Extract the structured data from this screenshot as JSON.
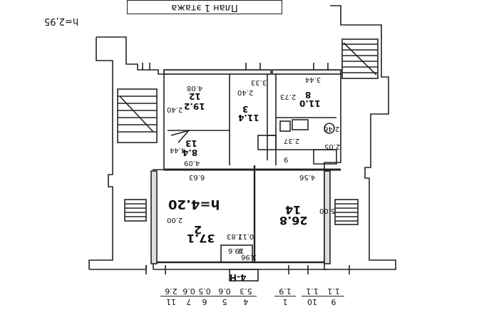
{
  "title": "План 1 этажа",
  "height_label": "h=2,95",
  "rooms": [
    {
      "id": "12",
      "area": "19.2",
      "len": "4.08"
    },
    {
      "id": "3",
      "area": "11.4",
      "len": "2.40"
    },
    {
      "id": "13",
      "area": "8.4",
      "len": "4.09"
    },
    {
      "id": "8",
      "area": "11.0"
    },
    {
      "id": "14",
      "area": "26.8"
    },
    {
      "id": "2",
      "area": "37.1"
    },
    {
      "id": "4",
      "area": "19.6"
    }
  ],
  "main_height": "h=4.20",
  "small_labels": {
    "s1": "6.63",
    "s2": "4.56",
    "s3": "1.83",
    "s4": "3.44",
    "s5": "3.33",
    "s6": "2.40",
    "s7": "2.46",
    "s8": "2.37",
    "s9": "9",
    "s10": "0.17",
    "s11": "5.00",
    "s12": "4-H",
    "s13": "3.96",
    "s14": "4.44",
    "s15": "2.73",
    "s16": "2.05",
    "s17": "2.00"
  },
  "totals": [
    {
      "top": "9",
      "bottom": "1.1"
    },
    {
      "top": "10",
      "bottom": "1.1"
    },
    {
      "top": "1",
      "bottom": "1.9"
    },
    {
      "top": "4",
      "bottom": "5.3"
    },
    {
      "top": "5",
      "bottom": "0.6"
    },
    {
      "top": "6",
      "bottom": "0.5"
    },
    {
      "top": "7",
      "bottom": "0.6"
    },
    {
      "top": "11",
      "bottom": "2.6"
    }
  ]
}
